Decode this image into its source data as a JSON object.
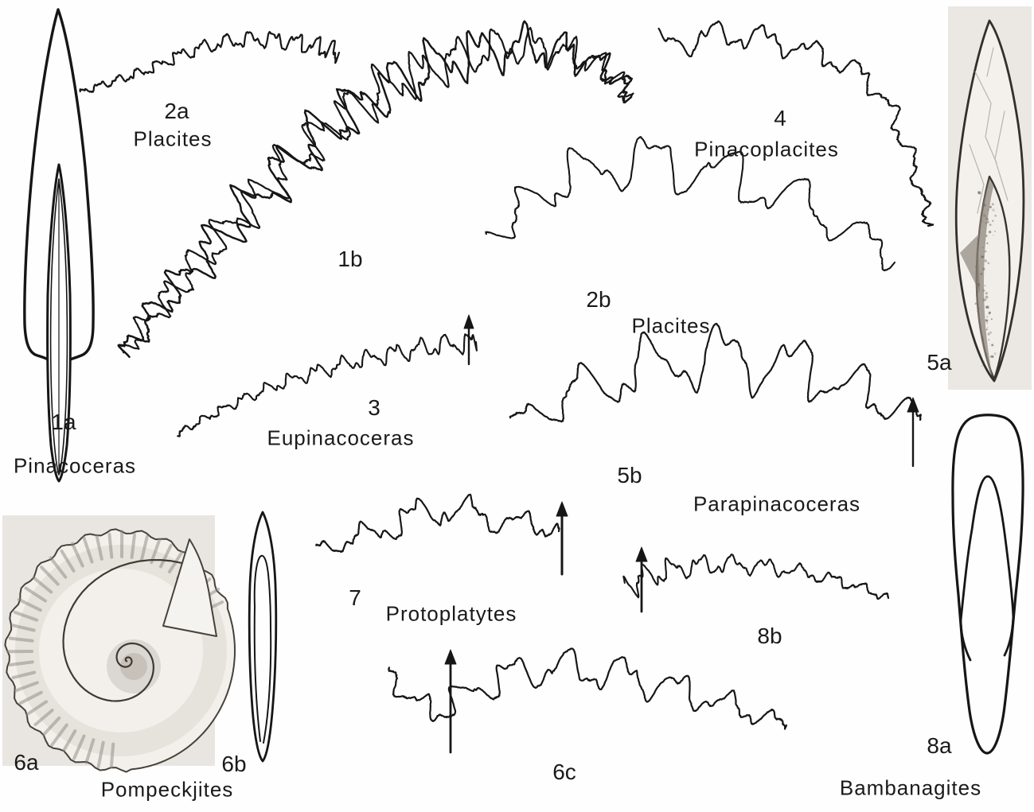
{
  "colors": {
    "ink": "#161616",
    "paper": "#fefefe",
    "photo_bg": "#e9e6e2"
  },
  "labels": {
    "n1a": "1a",
    "g1": "Pinacoceras",
    "n1b": "1b",
    "n2a": "2a",
    "g2a": "Placites",
    "n2b": "2b",
    "g2b": "Placites",
    "n3": "3",
    "g3": "Eupinacoceras",
    "n4": "4",
    "g4": "Pinacoplacites",
    "n5a": "5a",
    "n5b": "5b",
    "g5": "Parapinacoceras",
    "n6a": "6a",
    "n6b": "6b",
    "n6c": "6c",
    "g6": "Pompeckjites",
    "n7": "7",
    "g7": "Protoplatytes",
    "n8a": "8a",
    "n8b": "8b",
    "g8": "Bambanagites"
  }
}
